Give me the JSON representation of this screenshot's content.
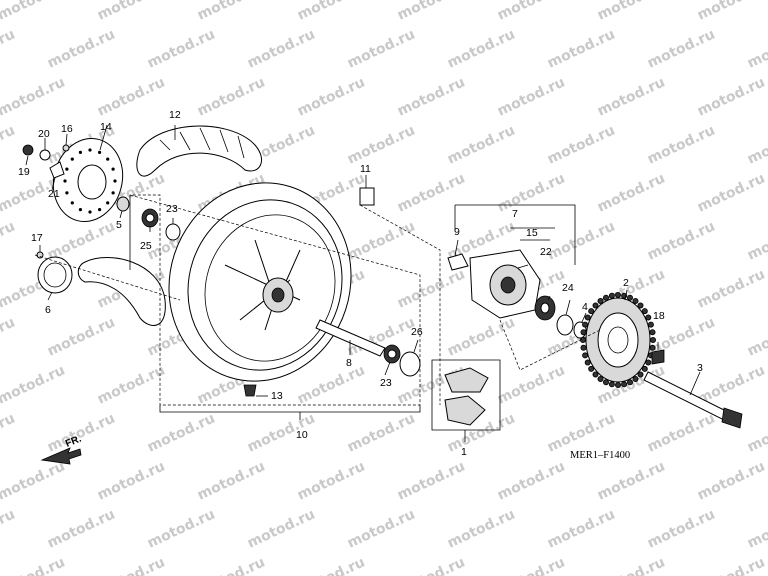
{
  "watermark": "motod.ru",
  "diagram_code": "MER1–F1400",
  "front_marker": "FR.",
  "callouts": [
    "1",
    "2",
    "3",
    "4",
    "5",
    "6",
    "7",
    "8",
    "9",
    "10",
    "11",
    "12",
    "13",
    "14",
    "15",
    "16",
    "17",
    "18",
    "19",
    "20",
    "21",
    "22",
    "23",
    "23",
    "24",
    "25",
    "26"
  ]
}
